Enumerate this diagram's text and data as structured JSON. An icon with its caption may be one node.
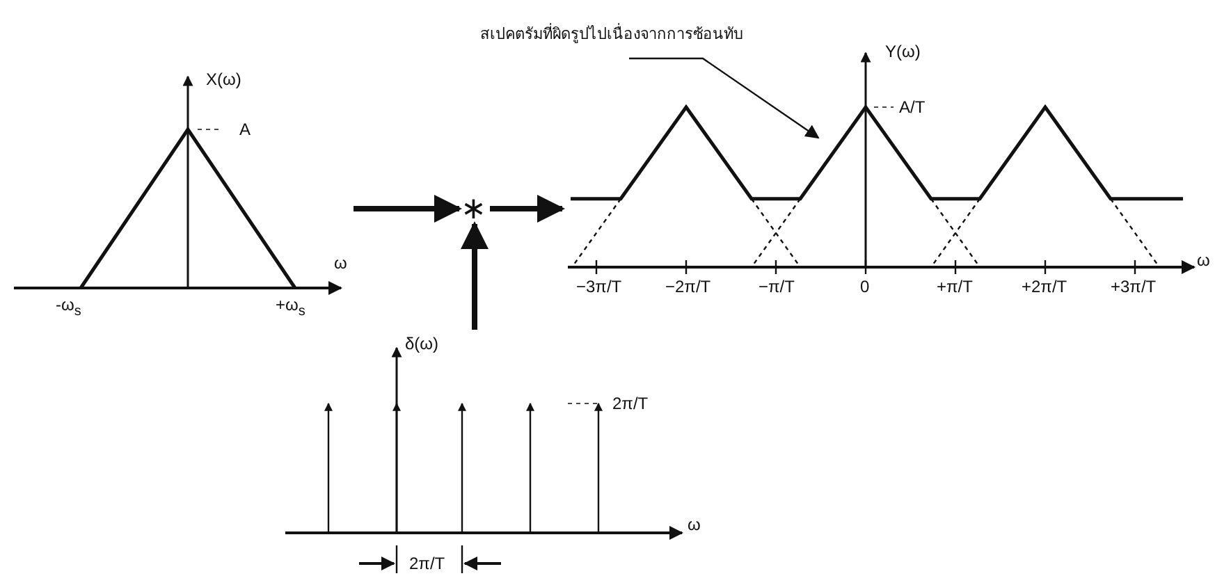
{
  "diagram": {
    "nodes": [
      {
        "text": [
          "X(ω)",
          "A",
          "ω",
          "-ω$_{s}$",
          "+ω$_{s}$"
        ]
      },
      {
        "text": [
          "∗"
        ]
      },
      {
        "text": [
          "Y(ω)",
          "A/T",
          "ω",
          "−3π/T",
          "−2π/T",
          "−π/T",
          "0",
          "+π/T",
          "+2π/T",
          "+3π/T"
        ]
      },
      {
        "text": [
          "δ(ω)",
          "2π/T",
          "ω",
          "2π/T"
        ]
      },
      {
        "text": [
          "สเปคตรัมที่ผิดรูปไปเนื่องจากการซ้อนทับ"
        ]
      }
    ],
    "edges": [
      {
        "from": 0,
        "to": 1,
        "arrow": "to"
      },
      {
        "from": 3,
        "to": 1,
        "arrow": "to"
      },
      {
        "from": 1,
        "to": 2,
        "arrow": "to"
      },
      {
        "from": 4,
        "to": 2,
        "arrow": "to"
      }
    ]
  }
}
